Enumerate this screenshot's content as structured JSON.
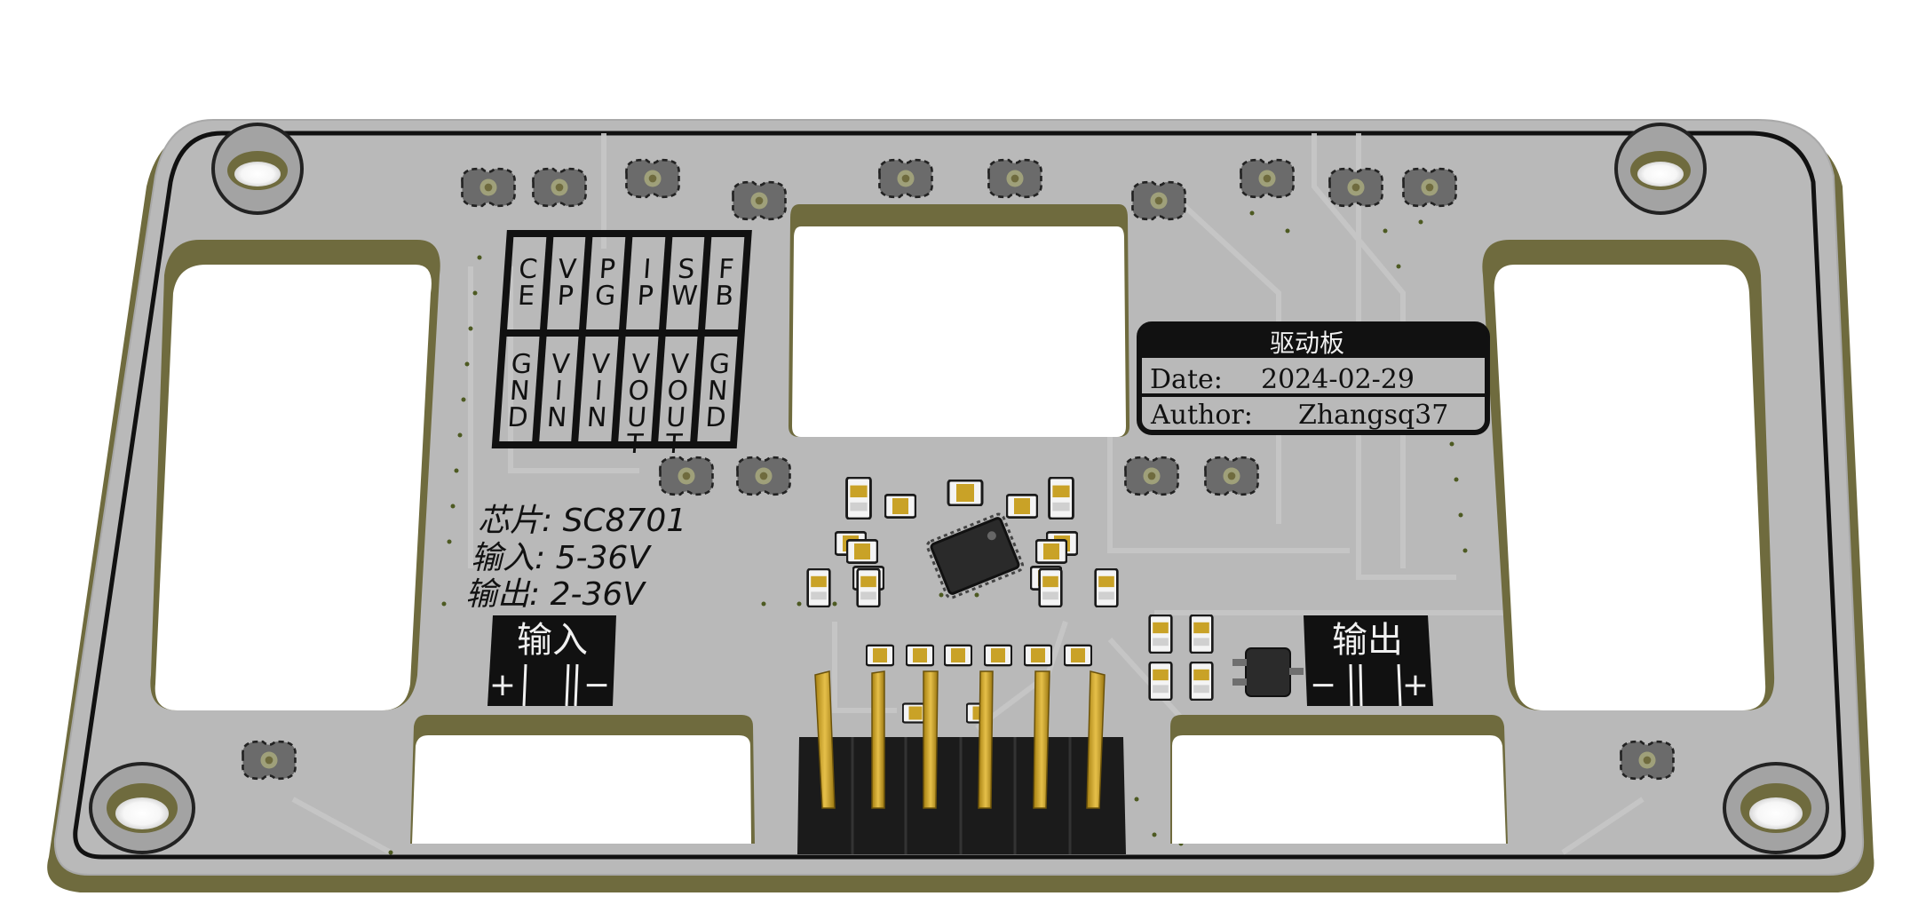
{
  "board": {
    "pinout_top": [
      "CE",
      "VP",
      "PG",
      "IP",
      "SW",
      "FB"
    ],
    "pinout_bottom": [
      "GND",
      "VIN",
      "VIN",
      "VOUT",
      "VOUT",
      "GND"
    ],
    "title_block": {
      "title": "驱动板",
      "date_label": "Date:",
      "date_value": "2024-02-29",
      "author_label": "Author:",
      "author_value": "Zhangsq37"
    },
    "specs": {
      "chip": "芯片: SC8701",
      "input": "输入: 5-36V",
      "output": "输出: 2-36V"
    },
    "input_terminal": {
      "label": "输入",
      "plus": "+",
      "minus": "−"
    },
    "output_terminal": {
      "label": "输出",
      "plus": "+",
      "minus": "−"
    }
  },
  "colors": {
    "board_surface": "#b9b9b9",
    "board_edge": "#6f6b3e",
    "silkscreen": "#111111",
    "pad_gold": "#c9a227",
    "header_black": "#1b1b1b"
  }
}
